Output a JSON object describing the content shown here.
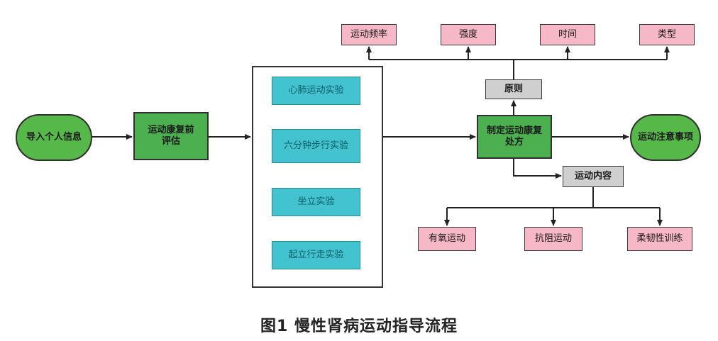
{
  "nodes": {
    "import_info": "导入个人信息",
    "pre_assessment": "运动康复前\n评估",
    "tests": [
      "心肺运动实验",
      "六分钟步行实验",
      "坐立实验",
      "起立行走实验"
    ],
    "prescription": "制定运动康复\n处方",
    "notes": "运动注意事项",
    "principles": "原则",
    "principle_items": [
      "运动频率",
      "强度",
      "时间",
      "类型"
    ],
    "content": "运动内容",
    "content_items": [
      "有氧运动",
      "抗阻运动",
      "柔韧性训练"
    ]
  },
  "caption": "图1  慢性肾病运动指导流程",
  "colors": {
    "green": "#4caf50",
    "pink": "#f6b7c6",
    "gray": "#cfcfcf",
    "teal": "#43c3cf"
  }
}
